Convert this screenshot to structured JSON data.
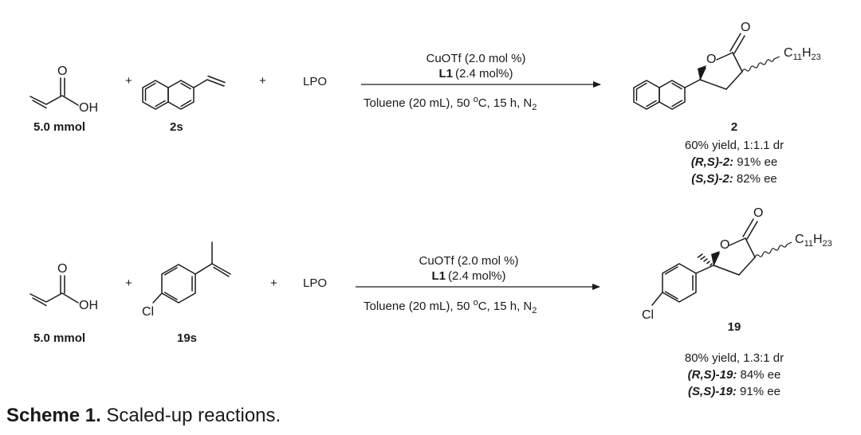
{
  "reaction1": {
    "acid": {
      "o": "O",
      "oh": "OH",
      "amount": "5.0 mmol"
    },
    "plus": "+",
    "alkene_label": "2s",
    "peroxide": "LPO",
    "cond_catalyst": "CuOTf (2.0 mol %)",
    "cond_ligand_name": "L1",
    "cond_ligand_amt": "(2.4 mol%)",
    "cond_solvent_a": "Toluene (20 mL), 50 ",
    "cond_deg": "o",
    "cond_solvent_b": "C, 15 h, N",
    "cond_n2_sub": "2",
    "prod_ring_o": "O",
    "prod_co": "O",
    "chain_c": "C",
    "chain_c_sub": "11",
    "chain_h": "H",
    "chain_h_sub": "23",
    "prod_label": "2",
    "yield": "60% yield, 1:1.1 dr",
    "ee1_name": "(R,S)-2:",
    "ee1_val": " 91% ee",
    "ee2_name": "(S,S)-2:",
    "ee2_val": " 82% ee"
  },
  "reaction2": {
    "acid": {
      "o": "O",
      "oh": "OH",
      "amount": "5.0 mmol"
    },
    "plus": "+",
    "cl": "Cl",
    "alkene_label": "19s",
    "peroxide": "LPO",
    "cond_catalyst": "CuOTf (2.0 mol %)",
    "cond_ligand_name": "L1",
    "cond_ligand_amt": "(2.4 mol%)",
    "cond_solvent_a": "Toluene (20 mL), 50 ",
    "cond_deg": "o",
    "cond_solvent_b": "C, 15 h, N",
    "cond_n2_sub": "2",
    "prod_ring_o": "O",
    "prod_co": "O",
    "prod_cl": "Cl",
    "chain_c": "C",
    "chain_c_sub": "11",
    "chain_h": "H",
    "chain_h_sub": "23",
    "prod_label": "19",
    "yield": "80% yield, 1.3:1 dr",
    "ee1_name": "(R,S)-19:",
    "ee1_val": " 84% ee",
    "ee2_name": "(S,S)-19:",
    "ee2_val": " 91% ee"
  },
  "caption": {
    "label": "Scheme 1.",
    "text": " Scaled-up reactions."
  }
}
